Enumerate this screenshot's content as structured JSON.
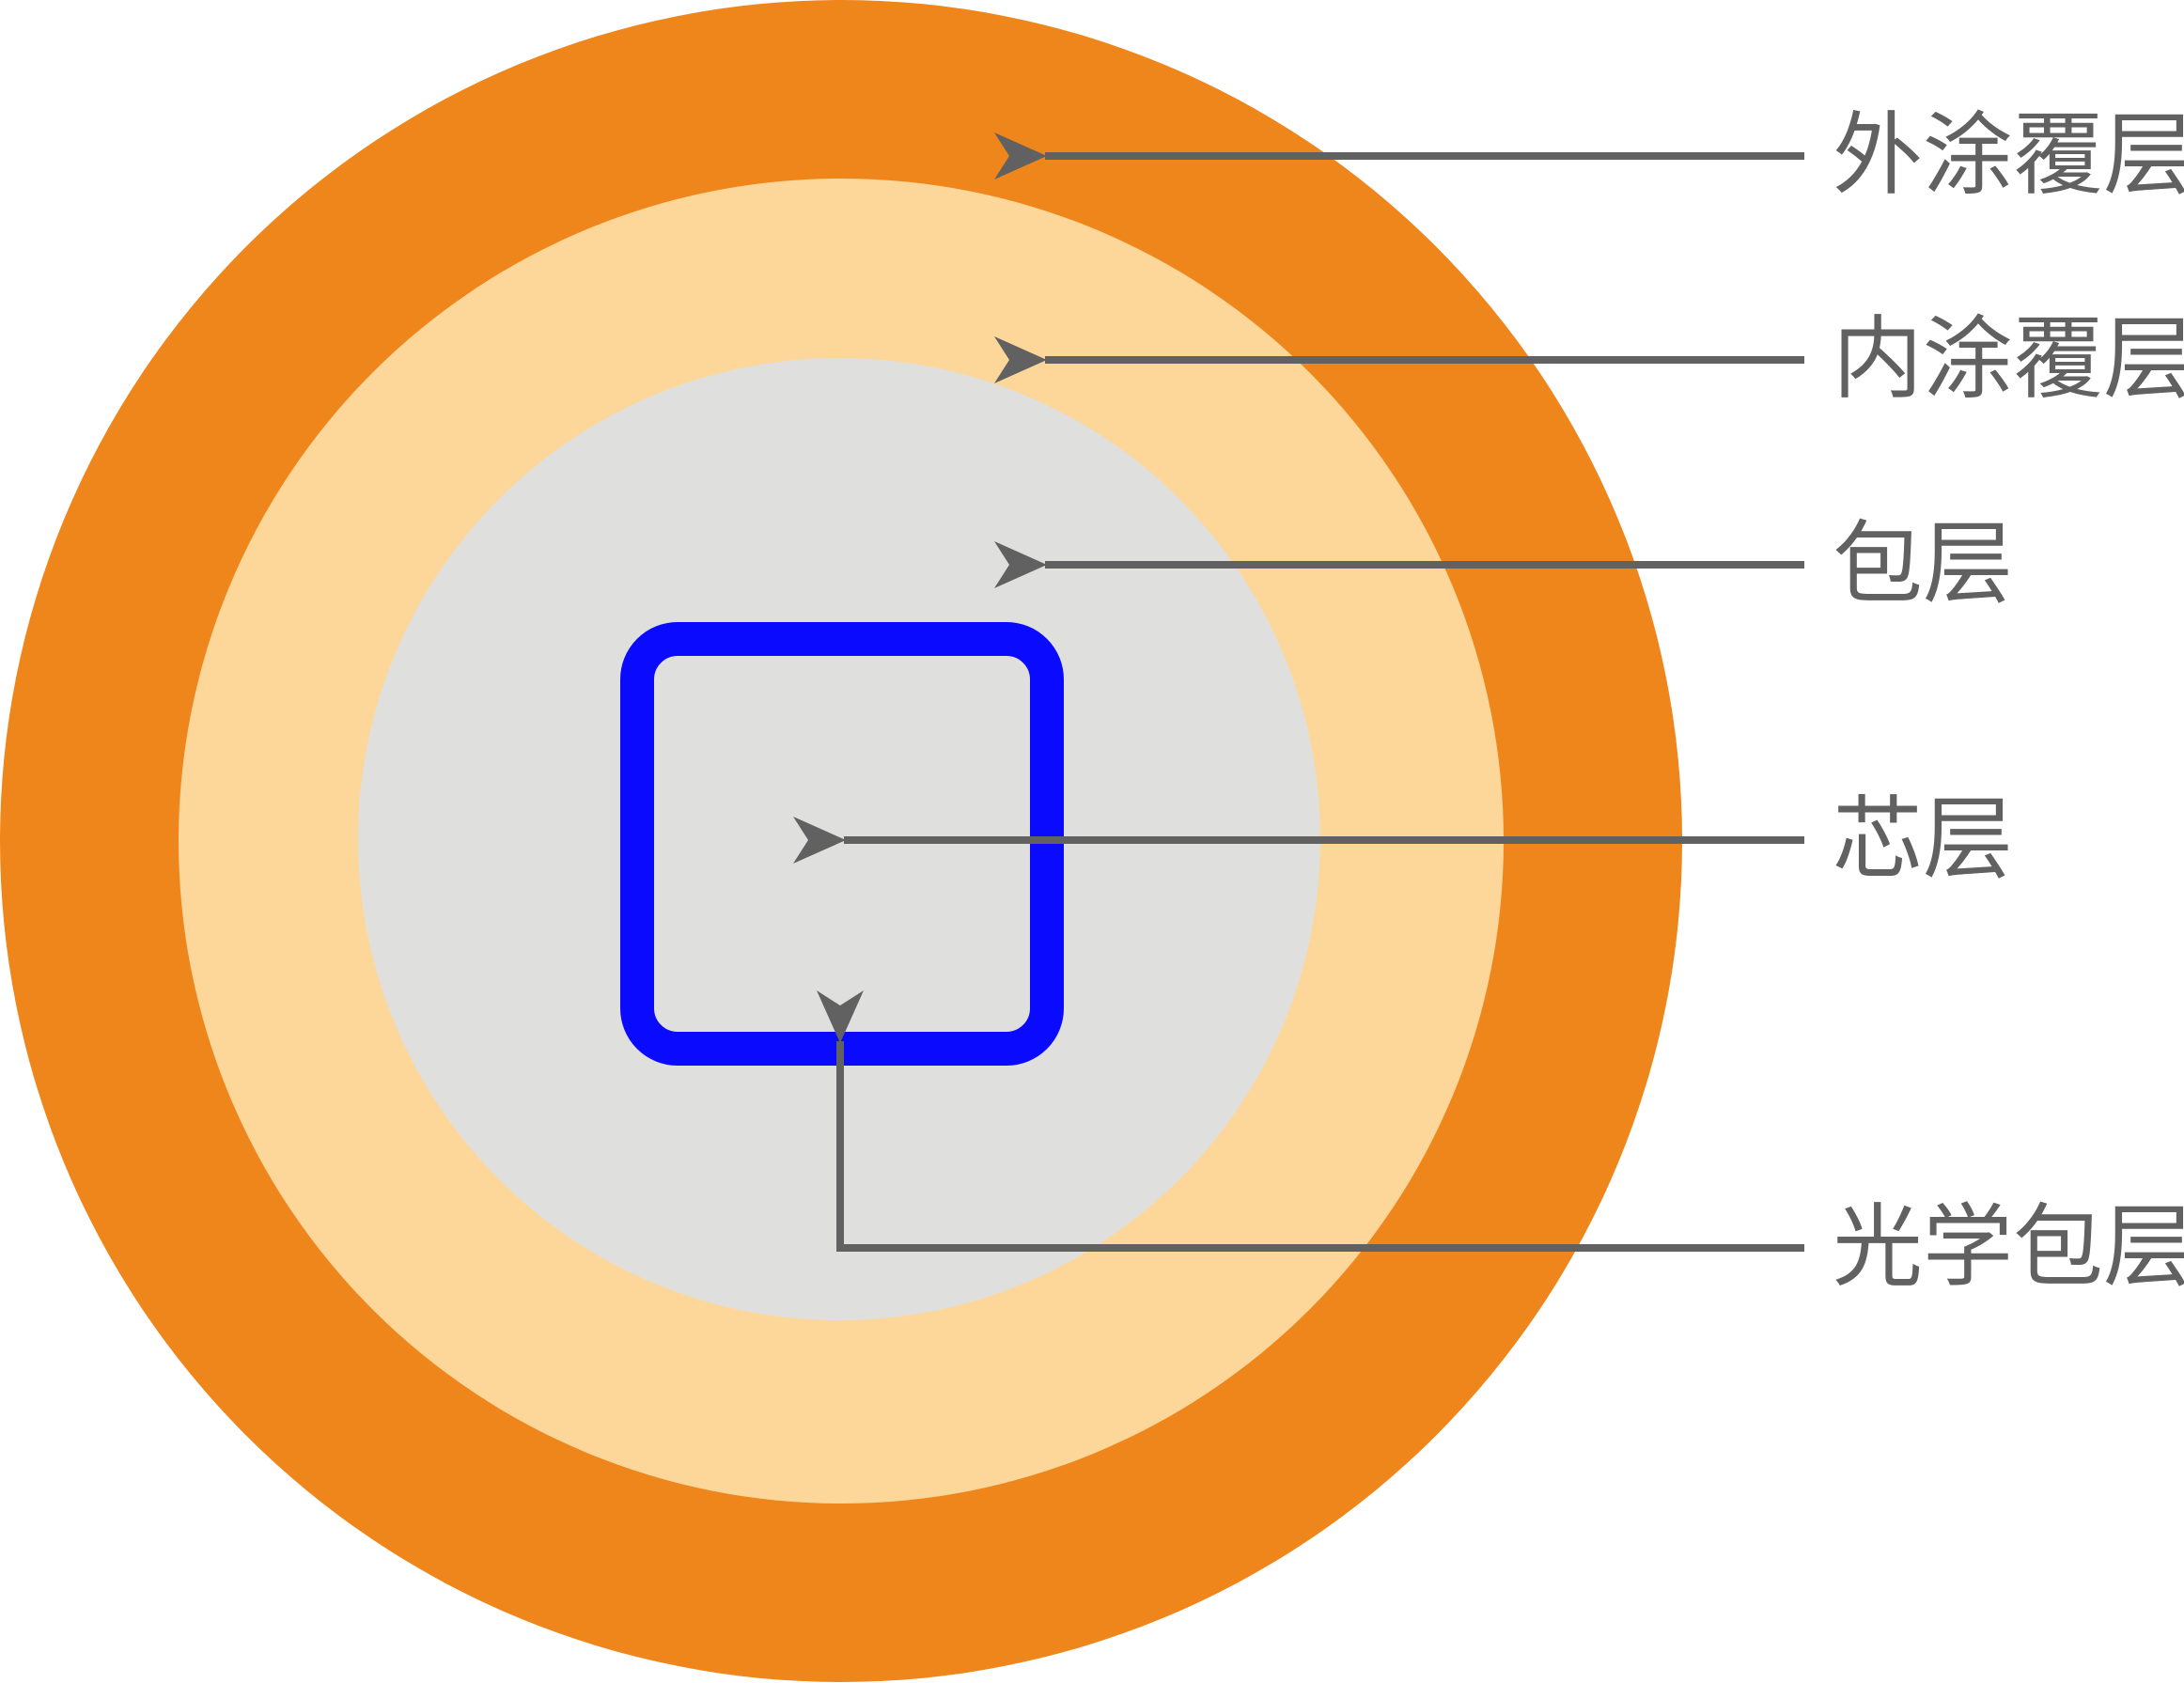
{
  "colors": {
    "outer_coating": "#EF861C",
    "inner_coating": "#FDD79A",
    "cladding": "#DFDFDE",
    "optical_cladding_outline": "#0A0AFF",
    "arrow": "#616161",
    "label_text": "#616161",
    "background": "#FFFFFF"
  },
  "layers": [
    {
      "id": "outer-coating",
      "label": "外涂覆层"
    },
    {
      "id": "inner-coating",
      "label": "内涂覆层"
    },
    {
      "id": "cladding",
      "label": "包层"
    },
    {
      "id": "core",
      "label": "芯层"
    },
    {
      "id": "optical-cladding",
      "label": "光学包层"
    }
  ]
}
